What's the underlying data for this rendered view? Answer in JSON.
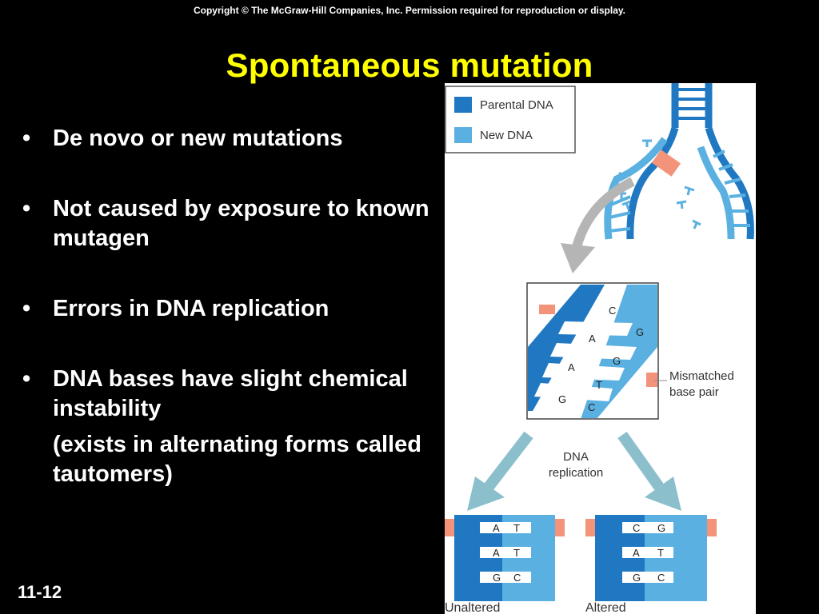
{
  "header": {
    "copyright": "Copyright  © The McGraw-Hill Companies, Inc.  Permission required for reproduction or display.",
    "title": "Spontaneous mutation"
  },
  "bullets": [
    {
      "text": "De novo or new mutations"
    },
    {
      "text": "Not caused by exposure to known mutagen"
    },
    {
      "text": "Errors in DNA replication"
    },
    {
      "text": "DNA bases have slight chemical instability",
      "sub": "(exists in alternating forms called tautomers)"
    }
  ],
  "slide_number": "11-12",
  "bullet_glyph": "•",
  "figure": {
    "legend": {
      "parental": "Parental DNA",
      "new": "New DNA"
    },
    "colors": {
      "parental": "#1f78c1",
      "new": "#5ab0e0",
      "mismatch": "#f2937a",
      "arrow": "#8bbfcc",
      "gray_arrow": "#b5b5b5"
    },
    "zoom_pairs": [
      {
        "left": "",
        "right": "C"
      },
      {
        "left": "",
        "right": "G"
      },
      {
        "left": "A",
        "right": ""
      },
      {
        "left": "",
        "right": "G"
      },
      {
        "left": "A",
        "right": ""
      },
      {
        "left": "T",
        "right": ""
      },
      {
        "left": "G",
        "right": "C"
      }
    ],
    "mismatch_label_1": "Mismatched",
    "mismatch_label_2": "base pair",
    "replication_label_1": "DNA",
    "replication_label_2": "replication",
    "unaltered": {
      "label": "Unaltered",
      "pairs": [
        [
          "A",
          "T"
        ],
        [
          "A",
          "T"
        ],
        [
          "G",
          "C"
        ]
      ]
    },
    "altered": {
      "label": "Altered",
      "pairs": [
        [
          "C",
          "G"
        ],
        [
          "A",
          "T"
        ],
        [
          "G",
          "C"
        ]
      ]
    }
  }
}
